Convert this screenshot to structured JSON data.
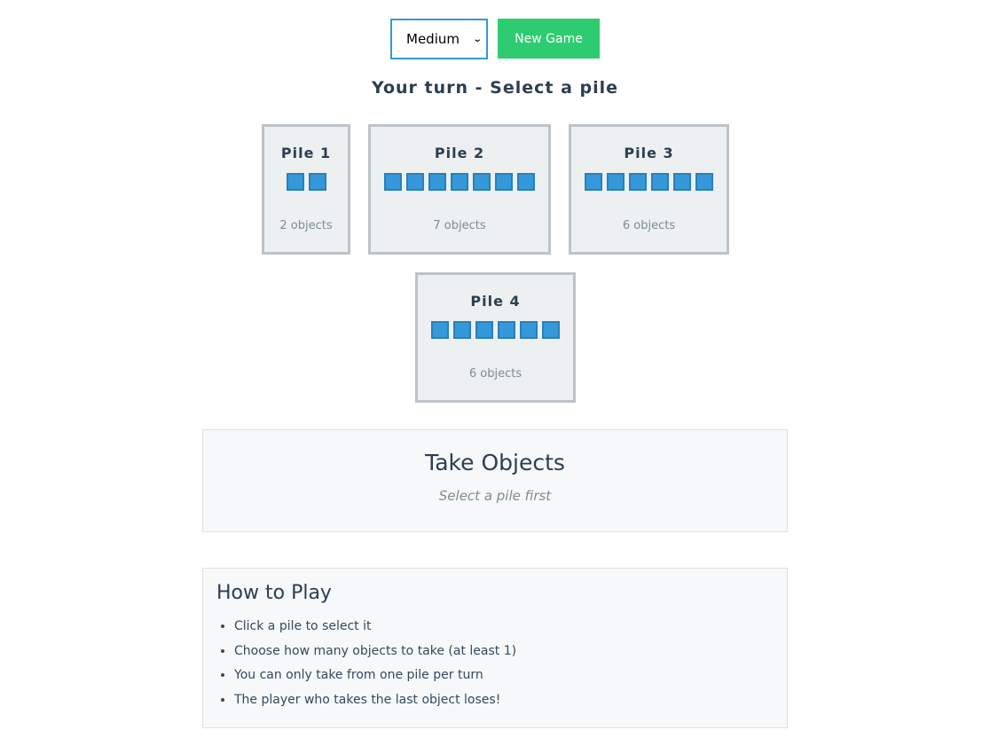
{
  "controls": {
    "difficulty_selected": "Medium",
    "new_game_label": "New Game"
  },
  "status": "Your turn - Select a pile",
  "piles": [
    {
      "title": "Pile 1",
      "objects": 2,
      "count_label": "2 objects"
    },
    {
      "title": "Pile 2",
      "objects": 7,
      "count_label": "7 objects"
    },
    {
      "title": "Pile 3",
      "objects": 6,
      "count_label": "6 objects"
    },
    {
      "title": "Pile 4",
      "objects": 6,
      "count_label": "6 objects"
    }
  ],
  "take_panel": {
    "title": "Take Objects",
    "hint": "Select a pile first"
  },
  "how_to_play": {
    "title": "How to Play",
    "rules": [
      "Click a pile to select it",
      "Choose how many objects to take (at least 1)",
      "You can only take from one pile per turn",
      "The player who takes the last object loses!"
    ]
  },
  "colors": {
    "accent": "#3498db",
    "button": "#2ecc71",
    "pile_bg": "#ecf0f1",
    "pile_border": "#bdc3c7",
    "text": "#2c3e50"
  }
}
